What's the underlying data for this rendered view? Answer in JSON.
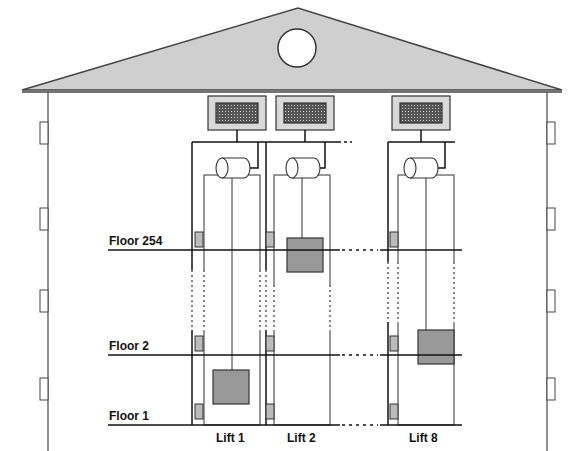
{
  "diagram": {
    "labels": [
      "Floor 254",
      "Floor 2",
      "Floor 1",
      "Lift 1",
      "Lift 2",
      "Lift 8"
    ]
  }
}
